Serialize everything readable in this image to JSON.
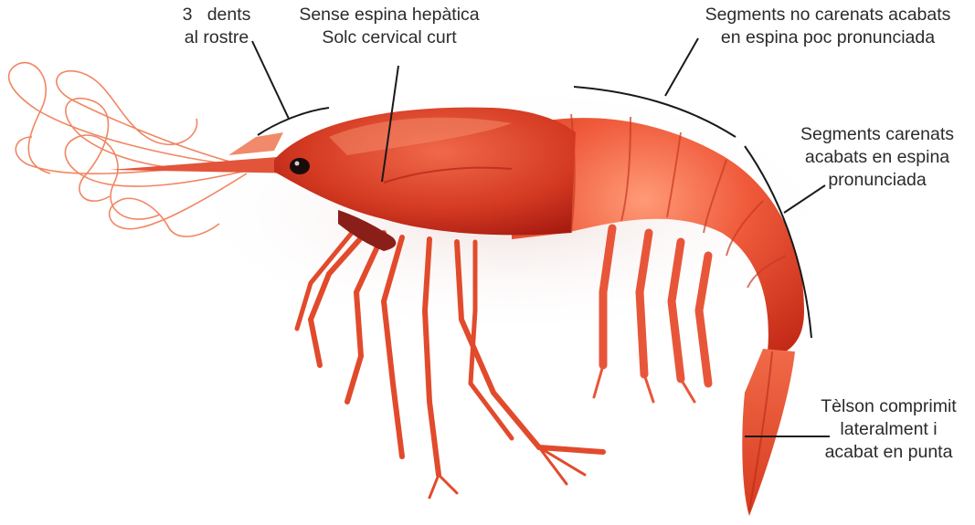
{
  "annotations": {
    "rostrum_teeth": [
      "3   dents",
      "al rostre"
    ],
    "carapace": [
      "Sense espina hepàtica",
      "Solc cervical curt"
    ],
    "non_keeled_segments": [
      "Segments no carenats acabats",
      "en espina poc pronunciada"
    ],
    "keeled_segments": [
      "Segments carenats",
      "acabats en espina",
      "pronunciada"
    ],
    "telson": [
      "Tèlson comprimit",
      "lateralment i",
      "acabat en punta"
    ]
  },
  "colors": {
    "label_text": "#2b2b2b",
    "leader_line": "#1a1a1a",
    "shrimp_body": "#e8492f",
    "shrimp_dark": "#b81f14",
    "shrimp_light": "#ff8a66"
  }
}
